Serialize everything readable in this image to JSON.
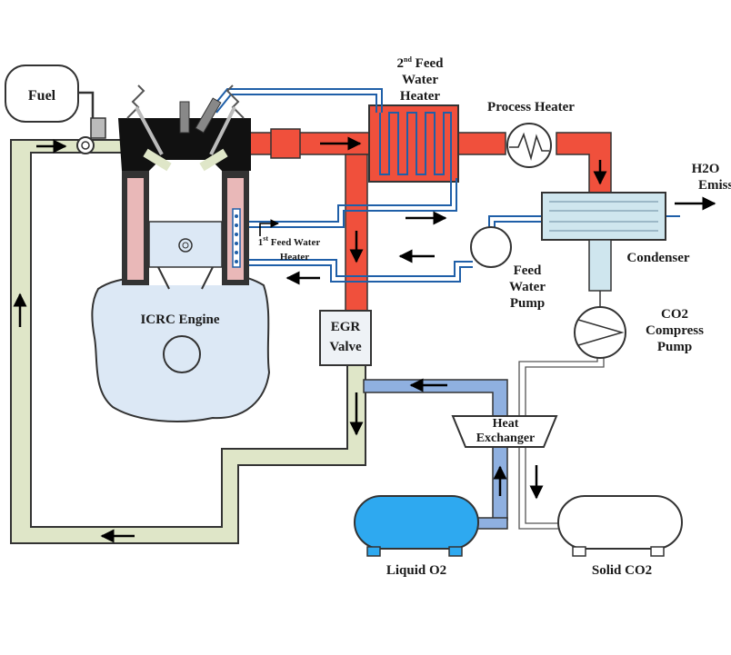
{
  "labels": {
    "fuel": "Fuel",
    "engine": "ICRC Engine",
    "egr_line1": "EGR",
    "egr_line2": "Valve",
    "fwh2_num": "2",
    "fwh2_sup": "nd",
    "fwh2_line1": " Feed",
    "fwh2_line2": "Water",
    "fwh2_line3": "Heater",
    "process_heater": "Process Heater",
    "emission_line1": "H2O",
    "emission_line2": "Emission",
    "condenser": "Condenser",
    "fwh1_num": "1",
    "fwh1_sup": "st",
    "fwh1_line1": " Feed Water",
    "fwh1_line2": "Heater",
    "pump_line1": "Feed",
    "pump_line2": "Water",
    "pump_line3": "Pump",
    "co2_line1": "CO2",
    "co2_line2": "Compress",
    "co2_line3": "Pump",
    "hx_line1": "Heat",
    "hx_line2": "Exchanger",
    "liquid_o2": "Liquid O2",
    "solid_co2": "Solid CO2"
  },
  "colors": {
    "exhaust": "#f0503c",
    "water": "#1f5fa8",
    "return": "#dfe6c8",
    "oxygen": "#8fb0e0",
    "engine_body": "#dce8f5",
    "condenser": "#cfe6ee",
    "tank_o2": "#2ea9f0",
    "liner": "#e9b8b8"
  },
  "icons": [
    "fuel-tank-icon",
    "fuel-injector-icon",
    "valve-spring-icon",
    "pump-icon",
    "process-heater-coil-icon",
    "flow-arrow-icon"
  ]
}
